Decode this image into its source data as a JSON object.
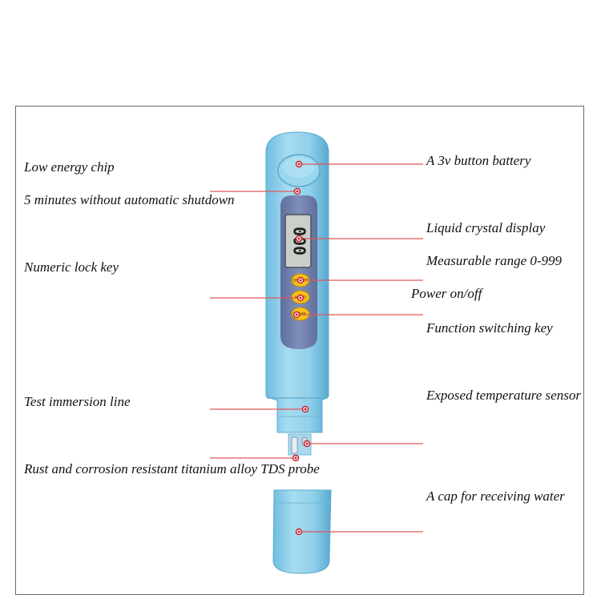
{
  "labels": {
    "low_energy_chip": "Low energy chip",
    "auto_shutdown": "5 minutes without automatic shutdown",
    "numeric_lock_key": "Numeric lock key",
    "test_immersion_line": "Test immersion line",
    "tds_probe": "Rust and corrosion resistant titanium alloy TDS probe",
    "button_battery": "A 3v button battery",
    "lcd": "Liquid crystal display",
    "range": "Measurable range 0-999",
    "power": "Power on/off",
    "function_key": "Function switching key",
    "temp_sensor": "Exposed temperature sensor",
    "cap": "A cap for receiving water"
  },
  "display": {
    "digits": "000"
  },
  "colors": {
    "body": "#8fd0ea",
    "body_dark": "#5fb3d6",
    "panel": "#6e7fa9",
    "lcd": "#c9cfc9",
    "button": "#f6c21b",
    "leader": "#e05757",
    "dot": "#c81e2a"
  }
}
